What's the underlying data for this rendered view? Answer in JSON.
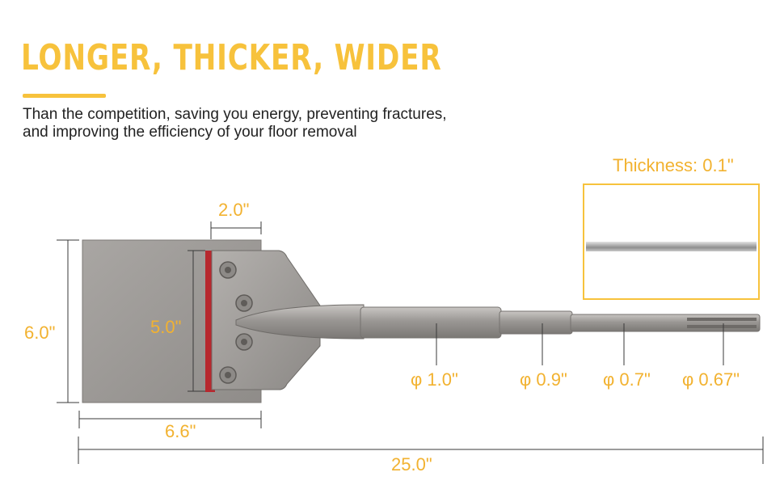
{
  "heading": {
    "title": "LONGER, THICKER, WIDER",
    "subtitle_line1": "Than the competition, saving you energy, preventing fractures,",
    "subtitle_line2": "and improving the efficiency of your floor removal"
  },
  "colors": {
    "accent": "#f7c23c",
    "label": "#f2b230",
    "dimension_line": "#3a3a3a",
    "steel": "#9d9a97",
    "gasket": "#b7282e"
  },
  "dimensions": {
    "blade_height": "6.0\"",
    "blade_width": "6.6\"",
    "mount_width": "2.0\"",
    "mount_height": "5.0\"",
    "total_length": "25.0\"",
    "thickness": "Thickness: 0.1\""
  },
  "shank_diameters": [
    "φ 1.0\"",
    "φ 0.9\"",
    "φ 0.7\"",
    "φ 0.67\""
  ],
  "icons": {
    "bolt": "bolt-icon",
    "tool": "floor-scraper-tool-image"
  }
}
